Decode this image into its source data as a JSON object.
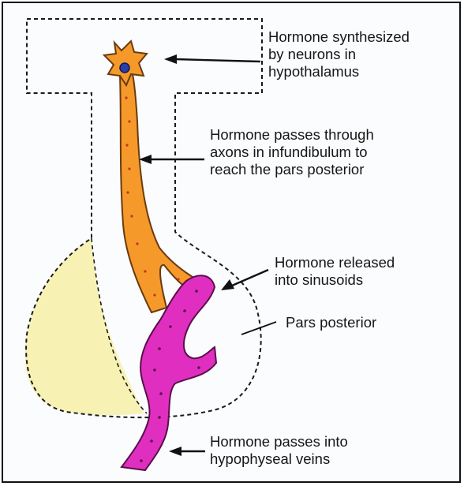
{
  "labels": {
    "synthesized": "Hormone synthesized\nby neurons in\nhypothalamus",
    "axons": "Hormone passes through\naxons in infundibulum to\nreach the pars posterior",
    "released": "Hormone released\ninto sinusoids",
    "pars_posterior": "Pars posterior",
    "veins": "Hormone passes into\nhypophyseal veins"
  },
  "colors": {
    "neuron": "#f59a2a",
    "neuron_outline": "#6b3a10",
    "vessel": "#e02fc0",
    "vessel_outline": "#5a0f4a",
    "anterior_lobe": "#f7f2b4",
    "outline": "#1a1a1a",
    "nucleus": "#2a3fa8"
  }
}
